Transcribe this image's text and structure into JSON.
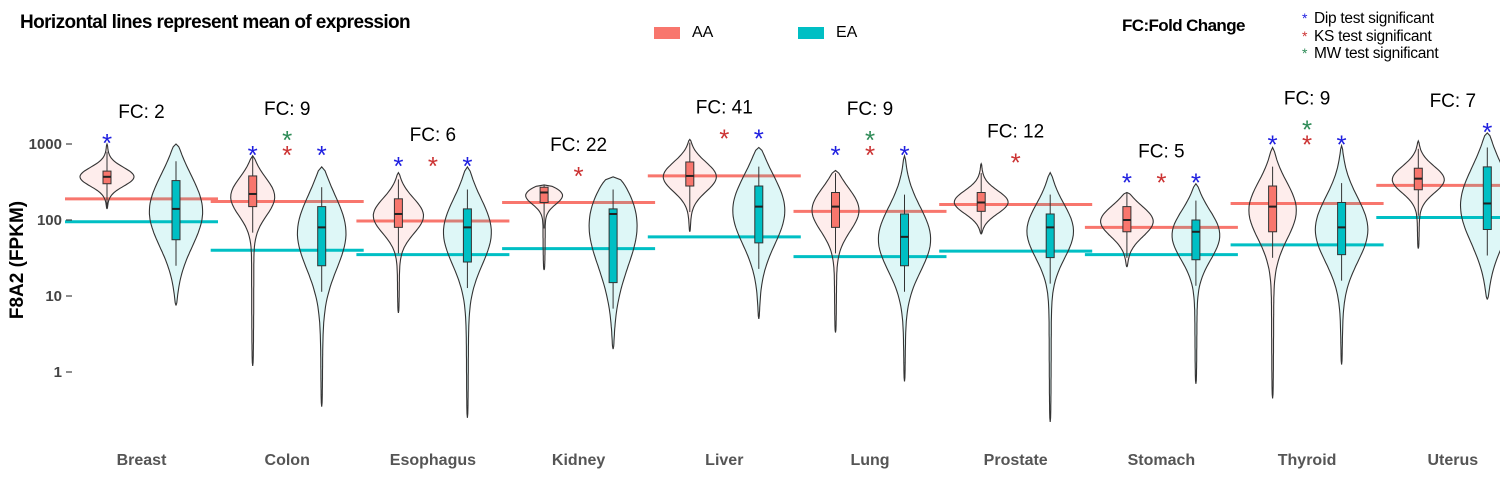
{
  "chart_data": {
    "type": "violin",
    "title": "Horizontal lines represent mean of expression",
    "ylabel": "F8A2 (FPKM)",
    "xlabel": "",
    "y_scale": "log10",
    "ylim": [
      0.2,
      5000
    ],
    "y_ticks": [
      1,
      10,
      100,
      1000
    ],
    "y_tick_labels": [
      "1",
      "10",
      "100",
      "1000"
    ],
    "grid": false,
    "legend": {
      "position": "top",
      "entries": [
        {
          "name": "AA",
          "color": "#f8766d"
        },
        {
          "name": "EA",
          "color": "#00bfc4"
        }
      ]
    },
    "fold_change_note": "FC:Fold Change",
    "significance_legend": [
      {
        "label": "Dip test significant",
        "color": "#1f1fe0",
        "key": "dip"
      },
      {
        "label": "KS test significant",
        "color": "#cc3333",
        "key": "ks"
      },
      {
        "label": "MW test significant",
        "color": "#2e8b57",
        "key": "mw"
      }
    ],
    "categories": [
      {
        "name": "Breast",
        "fc": "FC: 2",
        "aa": {
          "mean": 190,
          "min": 140,
          "max": 1000,
          "q1": 300,
          "median": 370,
          "q3": 440
        },
        "ea": {
          "mean": 95,
          "min": 7.5,
          "max": 1000,
          "q1": 55,
          "median": 140,
          "q3": 330
        },
        "stars": [
          {
            "key": "dip",
            "pos": "aa"
          }
        ]
      },
      {
        "name": "Colon",
        "fc": "FC: 9",
        "aa": {
          "mean": 175,
          "min": 1.2,
          "max": 700,
          "q1": 150,
          "median": 220,
          "q3": 380
        },
        "ea": {
          "mean": 40,
          "min": 0.35,
          "max": 500,
          "q1": 25,
          "median": 80,
          "q3": 150
        },
        "stars": [
          {
            "key": "dip",
            "pos": "aa"
          },
          {
            "key": "ks",
            "pos": "mid"
          },
          {
            "key": "mw",
            "pos": "mid"
          },
          {
            "key": "dip",
            "pos": "ea"
          }
        ]
      },
      {
        "name": "Esophagus",
        "fc": "FC: 6",
        "aa": {
          "mean": 97,
          "min": 6,
          "max": 420,
          "q1": 80,
          "median": 120,
          "q3": 190
        },
        "ea": {
          "mean": 35,
          "min": 0.25,
          "max": 500,
          "q1": 28,
          "median": 80,
          "q3": 140
        },
        "stars": [
          {
            "key": "dip",
            "pos": "aa"
          },
          {
            "key": "ks",
            "pos": "mid"
          },
          {
            "key": "dip",
            "pos": "ea"
          }
        ]
      },
      {
        "name": "Kidney",
        "fc": "FC: 22",
        "aa": {
          "mean": 170,
          "min": 22,
          "max": 290,
          "q1": 170,
          "median": 230,
          "q3": 270
        },
        "ea": {
          "mean": 42,
          "min": 2,
          "max": 370,
          "q1": 15,
          "median": 120,
          "q3": 140
        },
        "stars": [
          {
            "key": "ks",
            "pos": "mid"
          }
        ]
      },
      {
        "name": "Liver",
        "fc": "FC: 41",
        "aa": {
          "mean": 380,
          "min": 70,
          "max": 1150,
          "q1": 280,
          "median": 380,
          "q3": 580
        },
        "ea": {
          "mean": 60,
          "min": 5,
          "max": 900,
          "q1": 50,
          "median": 150,
          "q3": 280
        },
        "stars": [
          {
            "key": "ks",
            "pos": "mid"
          },
          {
            "key": "dip",
            "pos": "ea"
          }
        ]
      },
      {
        "name": "Lung",
        "fc": "FC: 9",
        "aa": {
          "mean": 130,
          "min": 3.3,
          "max": 450,
          "q1": 80,
          "median": 150,
          "q3": 230
        },
        "ea": {
          "mean": 33,
          "min": 0.75,
          "max": 700,
          "q1": 25,
          "median": 60,
          "q3": 120
        },
        "stars": [
          {
            "key": "dip",
            "pos": "aa"
          },
          {
            "key": "ks",
            "pos": "mid"
          },
          {
            "key": "mw",
            "pos": "mid"
          },
          {
            "key": "dip",
            "pos": "ea"
          }
        ]
      },
      {
        "name": "Prostate",
        "fc": "FC: 12",
        "aa": {
          "mean": 160,
          "min": 65,
          "max": 550,
          "q1": 130,
          "median": 170,
          "q3": 230
        },
        "ea": {
          "mean": 39,
          "min": 0.22,
          "max": 420,
          "q1": 32,
          "median": 80,
          "q3": 120
        },
        "stars": [
          {
            "key": "ks",
            "pos": "mid"
          }
        ]
      },
      {
        "name": "Stomach",
        "fc": "FC: 5",
        "aa": {
          "mean": 80,
          "min": 24,
          "max": 230,
          "q1": 70,
          "median": 100,
          "q3": 150
        },
        "ea": {
          "mean": 35,
          "min": 0.7,
          "max": 300,
          "q1": 30,
          "median": 70,
          "q3": 100
        },
        "stars": [
          {
            "key": "dip",
            "pos": "aa"
          },
          {
            "key": "ks",
            "pos": "mid"
          },
          {
            "key": "dip",
            "pos": "ea"
          }
        ]
      },
      {
        "name": "Thyroid",
        "fc": "FC: 9",
        "aa": {
          "mean": 165,
          "min": 0.45,
          "max": 900,
          "q1": 70,
          "median": 150,
          "q3": 280
        },
        "ea": {
          "mean": 47,
          "min": 1.25,
          "max": 950,
          "q1": 35,
          "median": 80,
          "q3": 170
        },
        "stars": [
          {
            "key": "dip",
            "pos": "aa"
          },
          {
            "key": "ks",
            "pos": "mid"
          },
          {
            "key": "mw",
            "pos": "mid"
          },
          {
            "key": "dip",
            "pos": "ea"
          }
        ]
      },
      {
        "name": "Uterus",
        "fc": "FC: 7",
        "aa": {
          "mean": 285,
          "min": 42,
          "max": 1100,
          "q1": 250,
          "median": 350,
          "q3": 480
        },
        "ea": {
          "mean": 108,
          "min": 9,
          "max": 1400,
          "q1": 75,
          "median": 165,
          "q3": 500
        },
        "stars": [
          {
            "key": "dip",
            "pos": "ea"
          }
        ]
      }
    ]
  }
}
